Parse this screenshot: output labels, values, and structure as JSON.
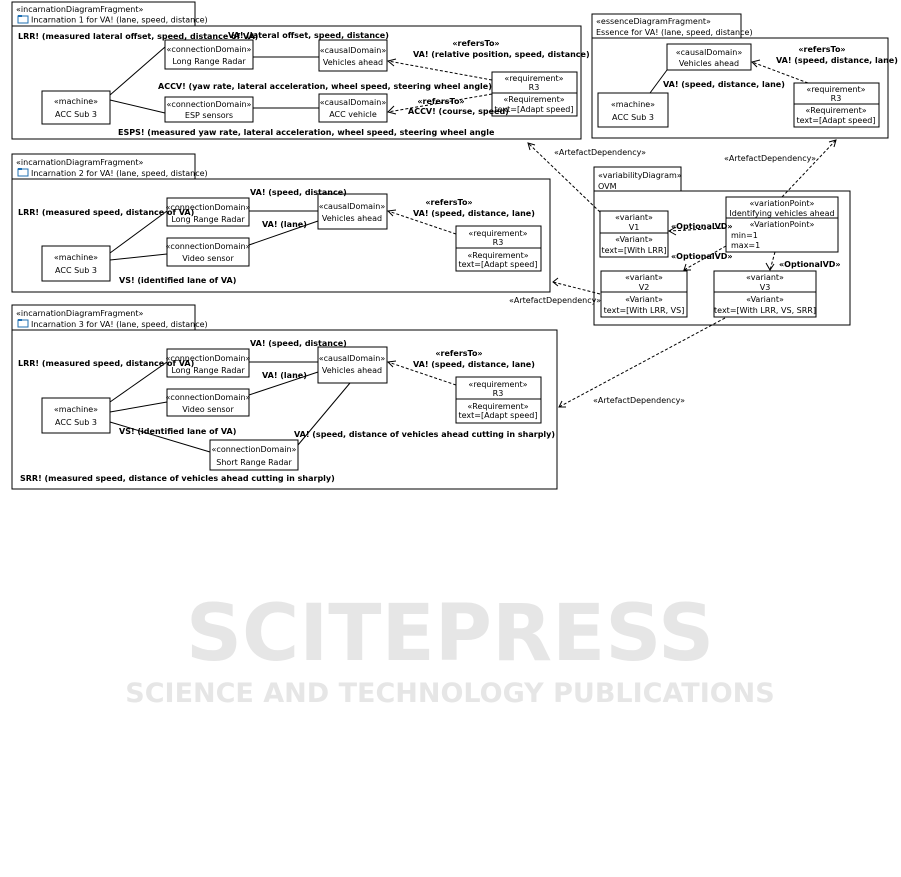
{
  "watermark": {
    "main": "SCITEPRESS",
    "sub": "SCIENCE AND TECHNOLOGY PUBLICATIONS"
  },
  "frames": {
    "inc1": {
      "stereotype": "«incarnationDiagramFragment»",
      "title": "Incarnation 1 for VA! (lane, speed, distance)"
    },
    "inc2": {
      "stereotype": "«incarnationDiagramFragment»",
      "title": "Incarnation 2 for VA! (lane, speed, distance)"
    },
    "inc3": {
      "stereotype": "«incarnationDiagramFragment»",
      "title": "Incarnation 3 for VA! (lane, speed, distance)"
    },
    "ess": {
      "stereotype": "«essenceDiagramFragment»",
      "title": "Essence for VA! (lane, speed, distance)"
    },
    "ovm": {
      "stereotype": "«variabilityDiagram»",
      "title": "OVM"
    }
  },
  "stereotypes": {
    "machine": "«machine»",
    "connection": "«connectionDomain»",
    "causal": "«causalDomain»",
    "requirement": "«requirement»",
    "req_sub": "«Requirement»",
    "variant": "«variant»",
    "variant_sub": "«Variant»",
    "vp": "«variationPoint»",
    "vp_sub": "«VariationPoint»",
    "refers": "«refersTo»",
    "optional": "«OptionalVD»",
    "artefact": "«ArtefactDependency»"
  },
  "names": {
    "acc_sub3": "ACC Sub 3",
    "lrr": "Long Range Radar",
    "esp": "ESP sensors",
    "vehicles": "Vehicles ahead",
    "acc_vehicle": "ACC vehicle",
    "video": "Video sensor",
    "srr": "Short Range Radar",
    "r3": "R3",
    "adapt": "text=[Adapt speed]"
  },
  "inc1_labels": {
    "lrr": "LRR! (measured lateral offset, speed, distance of VA)",
    "va": "VA! (lateral offset, speed, distance)",
    "accv": "ACCV! (yaw rate, lateral acceleration, wheel speed, steering wheel angle)",
    "esps": "ESPS! (measured yaw rate, lateral acceleration, wheel speed, steering wheel angle",
    "ref1": "VA! (relative position, speed, distance)",
    "ref2": "ACCV! (course, speed)"
  },
  "inc2_labels": {
    "lrr": "LRR! (measured speed, distance of VA)",
    "va_sd": "VA! (speed, distance)",
    "va_lane": "VA! (lane)",
    "vs": "VS! (identified lane of VA)",
    "ref": "VA! (speed, distance, lane)"
  },
  "inc3_labels": {
    "lrr": "LRR! (measured speed, distance of VA)",
    "va_sd": "VA! (speed, distance)",
    "va_lane": "VA! (lane)",
    "vs": "VS! (identified lane of VA)",
    "va_cut": "VA! (speed, distance of vehicles ahead cutting in sharply)",
    "srr": "SRR! (measured speed, distance of vehicles ahead cutting in sharply)",
    "ref": "VA! (speed, distance, lane)"
  },
  "ess_labels": {
    "va": "VA! (speed, distance, lane)",
    "ref": "VA! (speed, distance, lane)"
  },
  "ovm": {
    "v1": {
      "name": "V1",
      "text": "text=[With LRR]"
    },
    "v2": {
      "name": "V2",
      "text": "text=[With LRR, VS]"
    },
    "v3": {
      "name": "V3",
      "text": "text=[With LRR, VS, SRR]"
    },
    "vp": {
      "name": "Identifying vehicles ahead",
      "min": "min=1",
      "max": "max=1"
    }
  },
  "colors": {
    "line": "#000000",
    "folder_icon": "#1f6fb2",
    "watermark": "#e6e6e6"
  }
}
